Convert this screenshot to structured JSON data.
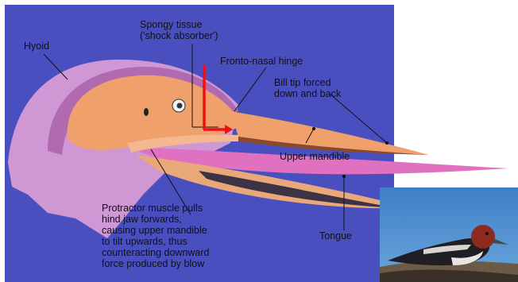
{
  "labels": {
    "hyoid": "Hyoid",
    "spongy_tissue": "Spongy tissue\n('shock absorber')",
    "hinge": "Fronto-nasal hinge",
    "bill_tip": "Bill tip forced\ndown and back",
    "upper_mandible": "Upper mandible",
    "tongue": "Tongue",
    "protractor": "Protractor muscle pulls\nhind jaw forwards,\ncausing upper mandible\nto tilt upwards, thus\ncounteracting downward\nforce produced by blow"
  },
  "colors": {
    "background": "#4a4fc0",
    "skull": "#f0a06a",
    "hyoid_band": "#c77fc6",
    "outer_head": "#cf97d4",
    "tongue": "#e070c0",
    "lower_mandible": "#e8a87a",
    "arrow": "#ee1111"
  },
  "photo": {
    "subject": "woodpecker-photo"
  }
}
